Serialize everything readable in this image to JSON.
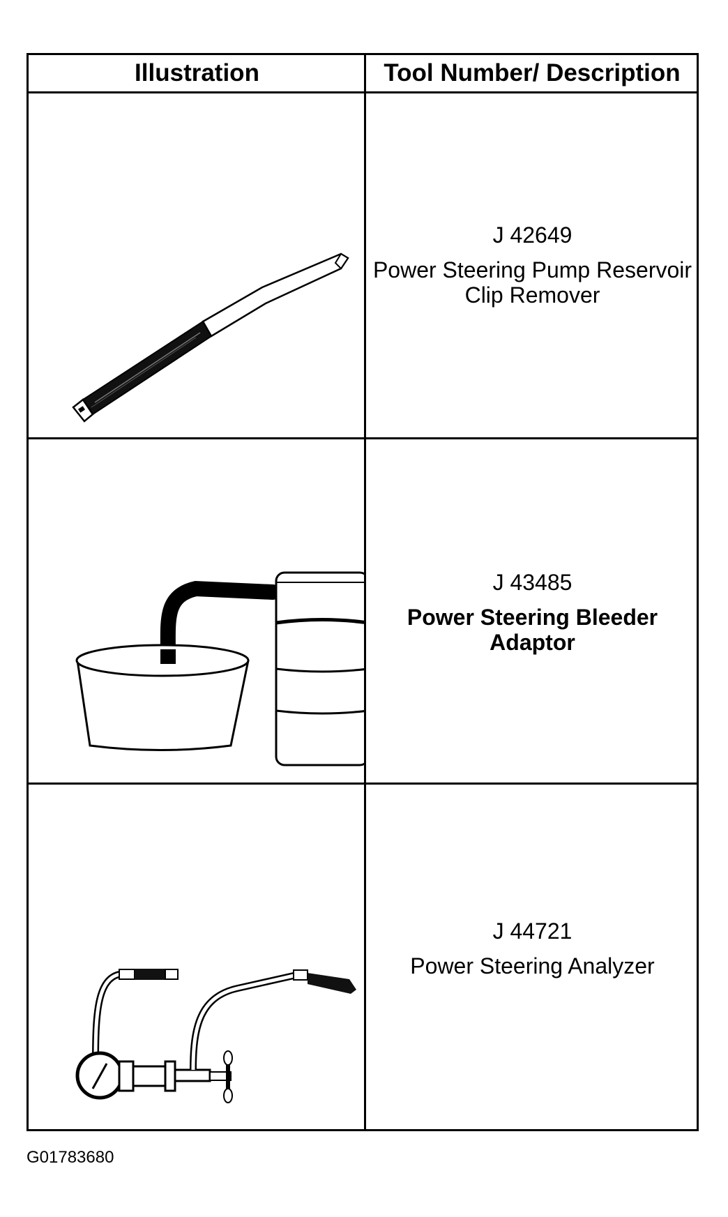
{
  "table": {
    "headers": {
      "illustration": "Illustration",
      "description": "Tool Number/ Description"
    },
    "rows": [
      {
        "tool_number": "J 42649",
        "description": "Power Steering Pump Reservoir Clip Remover",
        "icon": "clip-remover-tool-icon"
      },
      {
        "tool_number": "J 43485",
        "description": "Power Steering Bleeder Adaptor",
        "icon": "bleeder-adaptor-icon"
      },
      {
        "tool_number": "J 44721",
        "description": "Power Steering Analyzer",
        "icon": "steering-analyzer-icon"
      }
    ]
  },
  "figure_id": "G01783680"
}
